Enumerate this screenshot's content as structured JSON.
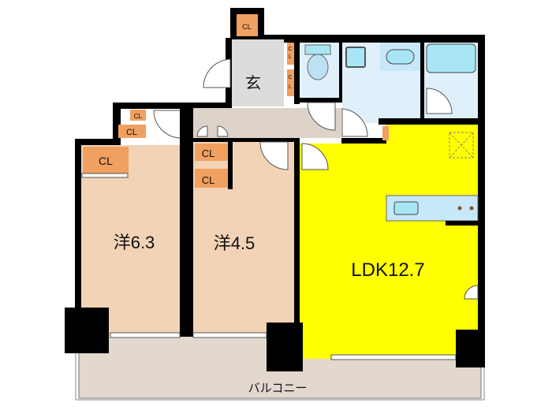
{
  "colors": {
    "western_room": "#f2d3b6",
    "ldk": "#ffff00",
    "wet_area": "#dff0fb",
    "bath": "#a8e6f6",
    "hallway": "#ddd3c8",
    "entrance": "#dcdcdc",
    "closet": "#f0a060",
    "balcony": "#e2d8ce",
    "wall": "#000000"
  },
  "rooms": {
    "western_1": "洋6.3",
    "western_2": "洋4.5",
    "ldk": "LDK12.7",
    "entrance": "玄",
    "balcony": "バルコニー"
  },
  "closets": {
    "cl": "CL",
    "cl_vertical_c": "C",
    "cl_vertical_l": "L"
  }
}
